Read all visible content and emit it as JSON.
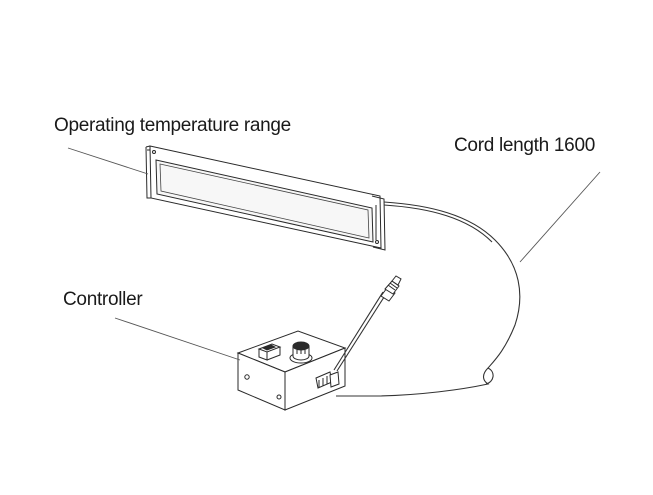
{
  "labels": {
    "heater": "Operating temperature range",
    "cord": "Cord length 1600",
    "controller": "Controller"
  }
}
